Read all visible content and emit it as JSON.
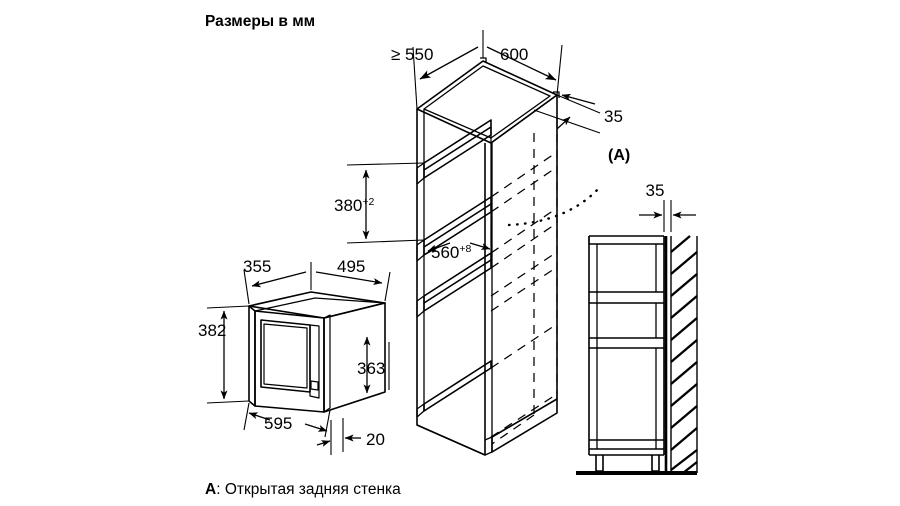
{
  "page": {
    "title": "Размеры в мм",
    "caption_marker": "A",
    "caption_sep": ": ",
    "caption_text": "Открытая задняя стенка",
    "background": "#ffffff",
    "line_color": "#000000"
  },
  "callouts": {
    "a_label": "(A)"
  },
  "dimensions": {
    "niche_depth_min": "≥ 550",
    "niche_width": "600",
    "back_gap_iso": "35",
    "niche_height": "380",
    "niche_height_tol": "+2",
    "niche_inner_width": "560",
    "niche_inner_width_tol": "+8",
    "appliance_depth": "355",
    "appliance_body_depth": "495",
    "appliance_height": "382",
    "appliance_body_height": "363",
    "appliance_width": "595",
    "appliance_front_overhang": "20",
    "wall_gap": "35"
  },
  "chart_data": {
    "type": "table",
    "title": "Размеры в мм",
    "categories": [
      "≥ 550",
      "600",
      "35",
      "380+2",
      "560+8",
      "355",
      "495",
      "382",
      "363",
      "595",
      "20",
      "35"
    ],
    "values": [
      550,
      600,
      35,
      380,
      560,
      355,
      495,
      382,
      363,
      595,
      20,
      35
    ],
    "xlabel": "",
    "ylabel": "мм",
    "legend": [
      "A: Открытая задняя стенка"
    ]
  }
}
